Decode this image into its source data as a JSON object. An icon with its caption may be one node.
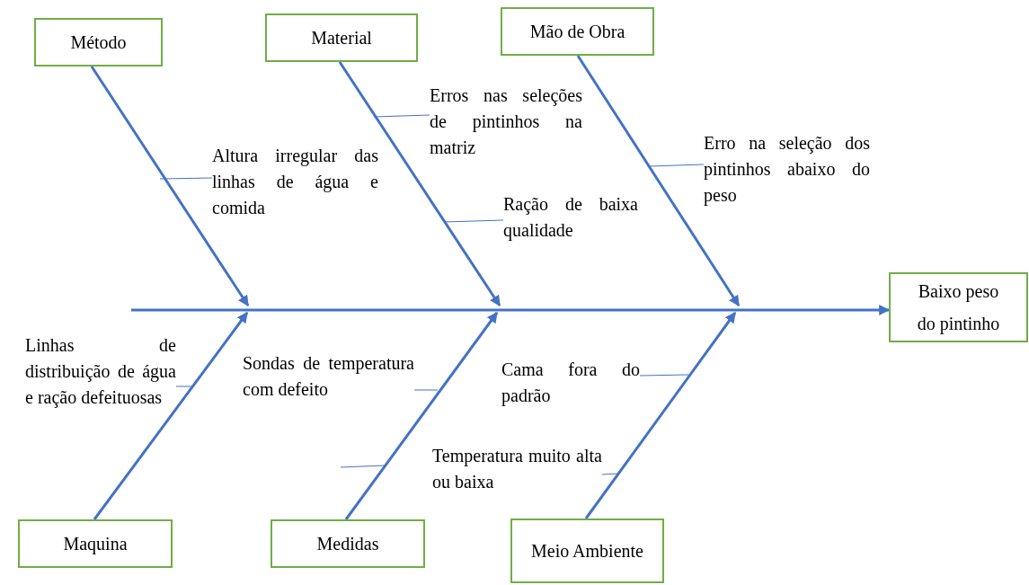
{
  "diagram": {
    "nodes": [
      {
        "text": [
          "Método"
        ]
      },
      {
        "text": [
          "Material"
        ]
      },
      {
        "text": [
          "Mão de Obra"
        ]
      },
      {
        "text": [
          "Erros nas seleções de pintinhos na matriz"
        ]
      },
      {
        "text": [
          "Altura irregular das linhas de água e comida"
        ]
      },
      {
        "text": [
          "Ração de baixa qualidade"
        ]
      },
      {
        "text": [
          "Erro na seleção dos pintinhos abaixo do peso"
        ]
      },
      {
        "text": [
          "Baixo peso do pintinho"
        ]
      },
      {
        "text": [
          "Linhas de distribuição de água e ração defeituosas"
        ]
      },
      {
        "text": [
          "Sondas de temperatura com defeito"
        ]
      },
      {
        "text": [
          "Cama fora do padrão"
        ]
      },
      {
        "text": [
          "Temperatura muito alta ou baixa"
        ]
      },
      {
        "text": [
          "Maquina"
        ]
      },
      {
        "text": [
          "Medidas"
        ]
      },
      {
        "text": [
          "Meio Ambiente"
        ]
      }
    ],
    "edges": [
      {
        "from": 0,
        "to": null,
        "arrow": "to",
        "style": "thick"
      },
      {
        "from": 1,
        "to": null,
        "arrow": "to",
        "style": "thick"
      },
      {
        "from": 2,
        "to": null,
        "arrow": "to",
        "style": "thick"
      },
      {
        "from": 12,
        "to": null,
        "arrow": "to",
        "style": "thick"
      },
      {
        "from": 13,
        "to": null,
        "arrow": "to",
        "style": "thick"
      },
      {
        "from": 14,
        "to": null,
        "arrow": "to",
        "style": "thick"
      },
      {
        "from": null,
        "to": 7,
        "arrow": "to",
        "style": "thick"
      },
      {
        "from": 3,
        "to": null,
        "arrow": "none"
      },
      {
        "from": 4,
        "to": null,
        "arrow": "none"
      },
      {
        "from": 5,
        "to": null,
        "arrow": "none"
      },
      {
        "from": 6,
        "to": null,
        "arrow": "none"
      },
      {
        "from": 8,
        "to": null,
        "arrow": "none"
      },
      {
        "from": 9,
        "to": null,
        "arrow": "none"
      },
      {
        "from": 10,
        "to": null,
        "arrow": "none"
      },
      {
        "from": 11,
        "to": null,
        "arrow": "none"
      }
    ]
  }
}
